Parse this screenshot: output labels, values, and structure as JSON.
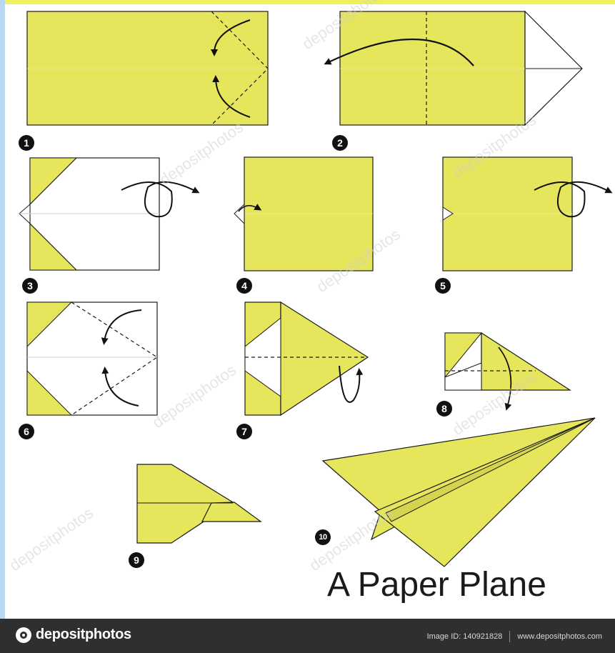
{
  "title": "A Paper Plane",
  "steps": [
    "1",
    "2",
    "3",
    "4",
    "5",
    "6",
    "7",
    "8",
    "9",
    "10"
  ],
  "footer": {
    "brand": "depositphotos",
    "image_id": "Image ID: 140921828",
    "url": "www.depositphotos.com"
  },
  "colors": {
    "paper": "#e6e65c",
    "outline": "#1a1a1a",
    "background": "#ffffff",
    "footer": "#2f2f2f",
    "border_top": "#eef25a",
    "border_left": "#b9d9f2"
  }
}
